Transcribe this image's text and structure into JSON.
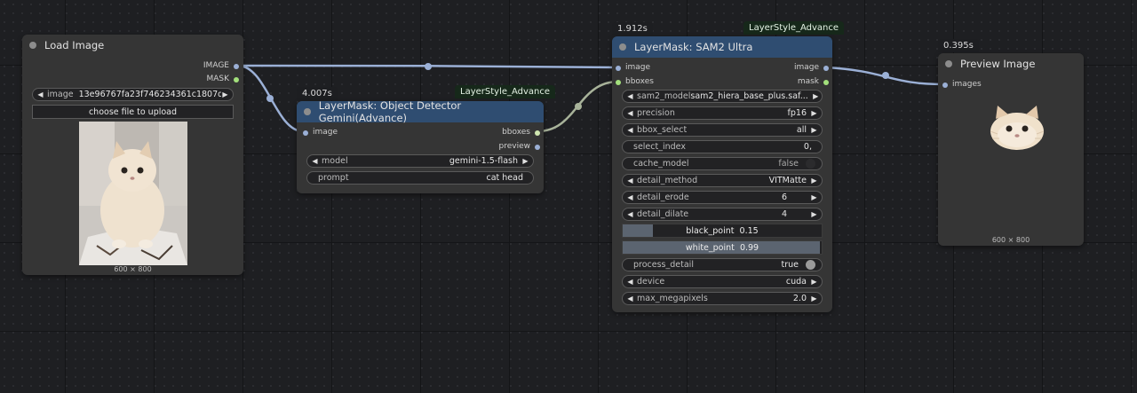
{
  "nodes": {
    "load_image": {
      "title": "Load Image",
      "outputs": [
        "IMAGE",
        "MASK"
      ],
      "image_widget": {
        "label": "image",
        "value": "13e96767fa23f746234361c1807d..."
      },
      "upload_label": "choose file to upload",
      "dimensions": "600 × 800"
    },
    "gemini": {
      "timing": "4.007s",
      "badge": "LayerStyle_Advance",
      "title": "LayerMask: Object Detector Gemini(Advance)",
      "inputs": [
        "image"
      ],
      "outputs": [
        "bboxes",
        "preview"
      ],
      "widgets": [
        {
          "label": "model",
          "value": "gemini-1.5-flash"
        },
        {
          "label": "prompt",
          "value": "cat head"
        }
      ]
    },
    "sam2": {
      "timing": "1.912s",
      "badge": "LayerStyle_Advance",
      "title": "LayerMask: SAM2 Ultra",
      "inputs": [
        "image",
        "bboxes"
      ],
      "outputs": [
        "image",
        "mask"
      ],
      "widgets": [
        {
          "label": "sam2_model",
          "value": "sam2_hiera_base_plus.saf..."
        },
        {
          "label": "precision",
          "value": "fp16"
        },
        {
          "label": "bbox_select",
          "value": "all"
        },
        {
          "label": "select_index",
          "value": "0,"
        },
        {
          "label": "cache_model",
          "value": "false"
        },
        {
          "label": "detail_method",
          "value": "VITMatte"
        },
        {
          "label": "detail_erode",
          "value": "6"
        },
        {
          "label": "detail_dilate",
          "value": "4"
        },
        {
          "label": "black_point",
          "value": "0.15",
          "fill": 0.15
        },
        {
          "label": "white_point",
          "value": "0.99",
          "fill": 0.99
        },
        {
          "label": "process_detail",
          "value": "true"
        },
        {
          "label": "device",
          "value": "cuda"
        },
        {
          "label": "max_megapixels",
          "value": "2.0"
        }
      ]
    },
    "preview": {
      "timing": "0.395s",
      "title": "Preview Image",
      "inputs": [
        "images"
      ],
      "dimensions": "600 × 800"
    }
  },
  "colors": {
    "wire_image": "#9bb0d6",
    "wire_bboxes": "#a8b39a",
    "slot_mask": "#a3e07c",
    "header_blue": "#2f4d71"
  }
}
